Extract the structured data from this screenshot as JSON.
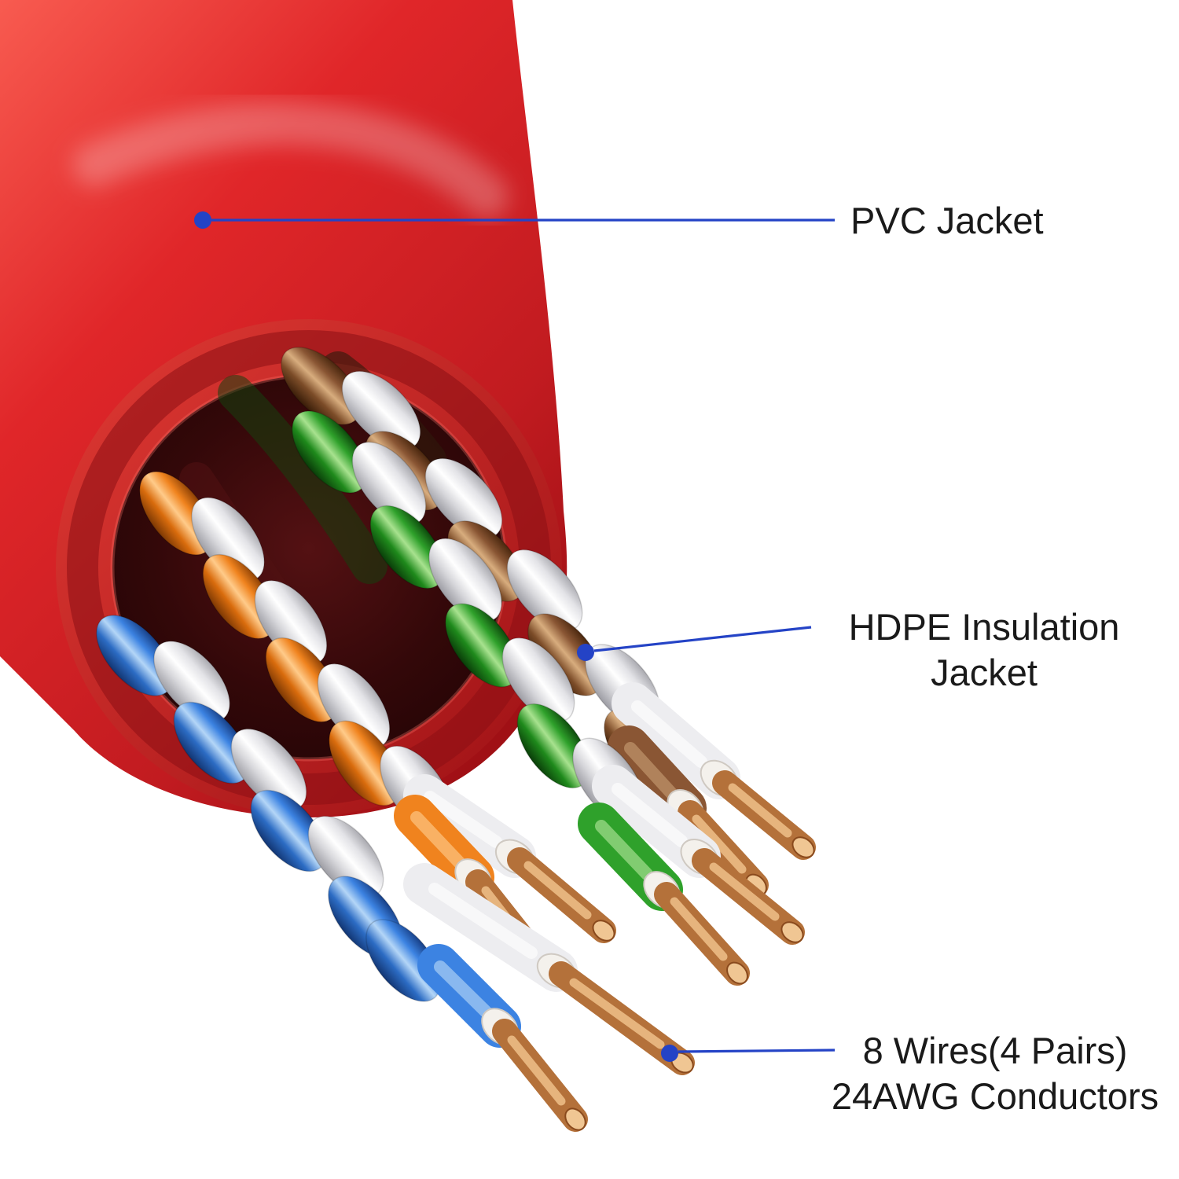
{
  "callouts": {
    "pvc_jacket": {
      "label": "PVC Jacket"
    },
    "hdpe_insulation": {
      "line1": "HDPE Insulation",
      "line2": "Jacket"
    },
    "conductors": {
      "line1": "8 Wires(4 Pairs)",
      "line2": "24AWG Conductors"
    }
  },
  "colors": {
    "callout_blue": "#2443c6",
    "jacket_red": "#e02629",
    "pair_orange": "#f0831e",
    "pair_blue": "#3c83e2",
    "pair_green": "#2fa12b",
    "pair_brown": "#8a5634",
    "wire_white": "#ededf0",
    "copper": "#b4713a",
    "text": "#1a1a1a",
    "background": "#ffffff"
  }
}
